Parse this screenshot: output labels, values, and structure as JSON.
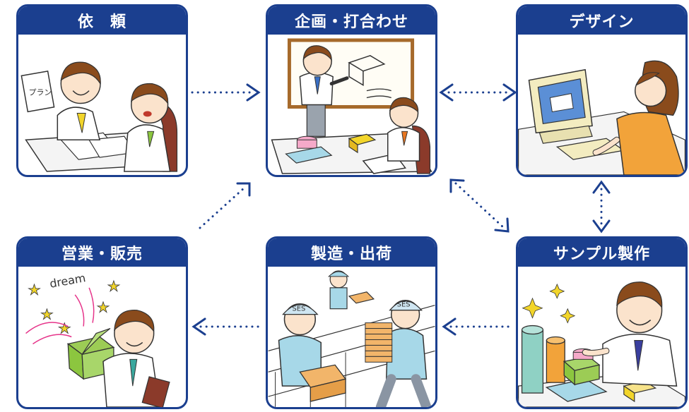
{
  "steps": {
    "request": {
      "title": "依　頼",
      "note": "プラン"
    },
    "planning": {
      "title": "企画・打合わせ"
    },
    "design": {
      "title": "デザイン"
    },
    "sales": {
      "title": "営業・販売",
      "note": "dream"
    },
    "manufacturing": {
      "title": "製造・出荷",
      "cap_text_1": "SES",
      "cap_text_2": "SES"
    },
    "sample": {
      "title": "サンプル製作"
    }
  },
  "colors": {
    "header": "#1b3f8f",
    "arrow": "#1b3f8f"
  }
}
